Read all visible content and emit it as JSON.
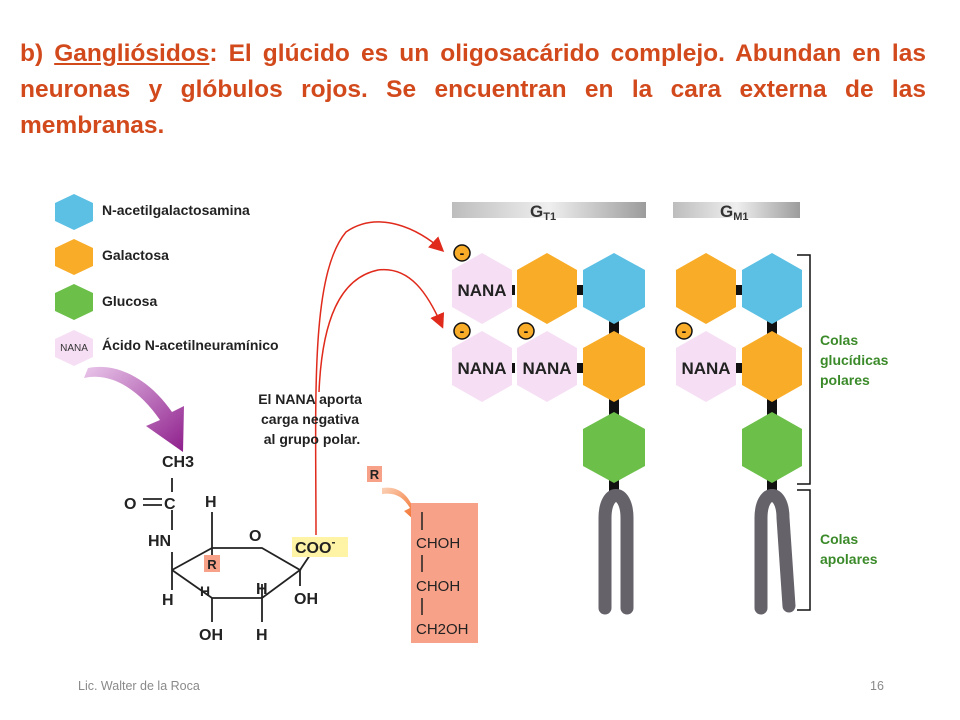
{
  "title": {
    "prefix": "b) ",
    "term": "Gangliósidos",
    "rest": ": El glúcido es un oligosacárido complejo. Abundan en las neuronas y glóbulos rojos. Se encuentran en la cara externa de las membranas."
  },
  "legend": {
    "items": [
      {
        "label": "N-acetilgalactosamina",
        "color": "#5bc0e4"
      },
      {
        "label": "Galactosa",
        "color": "#f9ac28"
      },
      {
        "label": "Glucosa",
        "color": "#6cc04a"
      },
      {
        "label": "Ácido N-acetilneuramínico",
        "color": "#f6dff4",
        "abbr": "NANA"
      }
    ]
  },
  "annotation": [
    "El NANA aporta",
    "carga negativa",
    "al grupo polar."
  ],
  "molecules": {
    "gt1": {
      "label": "G",
      "sub": "T1"
    },
    "gm1": {
      "label": "G",
      "sub": "M1"
    },
    "nana": "NANA",
    "charge": "-"
  },
  "brackets": {
    "polar": [
      "Colas",
      "glucídicas",
      "polares"
    ],
    "apolar": [
      "Colas",
      "apolares"
    ]
  },
  "structure": {
    "ch3": "CH3",
    "o_double": "O",
    "c": "C",
    "hn": "HN",
    "h": "H",
    "o_ring": "O",
    "coo": "COO",
    "coo_charge": "-",
    "r": "R",
    "oh": "OH",
    "side_chain": [
      "CHOH",
      "CHOH",
      "CH2OH"
    ]
  },
  "colors": {
    "title": "#d2491c",
    "galnac": "#5bc0e4",
    "galactose": "#f9ac28",
    "glucose": "#6cc04a",
    "nana": "#f6dff4",
    "r_box": "#f7a188",
    "coo_box": "#fff3a6",
    "bracket_text": "#3b8a2a",
    "arrow": "#e02a1b",
    "purple_arrow": "#8e1e8c"
  },
  "footer": {
    "author": "Lic. Walter de la Roca",
    "page": "16"
  }
}
